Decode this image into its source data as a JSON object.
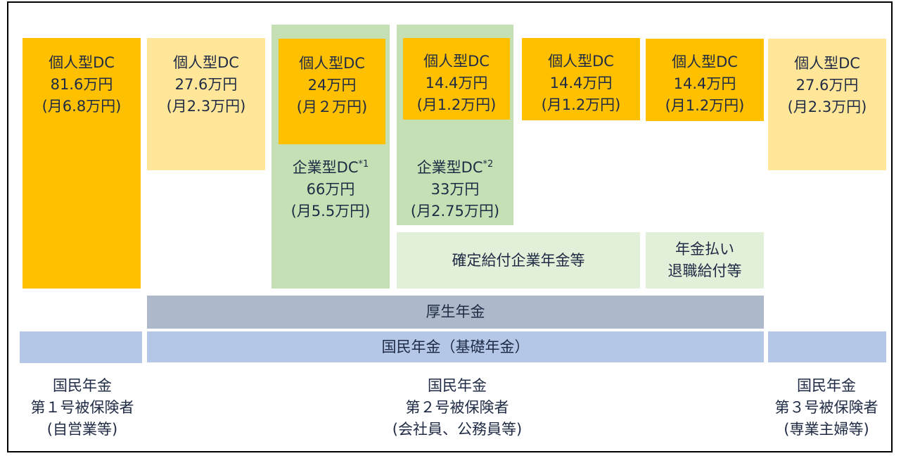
{
  "diagram": {
    "title": "",
    "columns": [
      {
        "id": "col1",
        "ideco": {
          "name": "個人型DC",
          "annual": "81.6万円",
          "monthly": "(月6.8万円)",
          "color": "#ffc000"
        },
        "footer": {
          "line1": "国民年金",
          "line2": "第１号被保険者",
          "line3": "(自営業等)"
        }
      },
      {
        "id": "col2",
        "ideco": {
          "name": "個人型DC",
          "annual": "27.6万円",
          "monthly": "(月2.3万円)",
          "color": "#ffe699"
        }
      },
      {
        "id": "col3",
        "ideco": {
          "name": "個人型DC",
          "annual": "24万円",
          "monthly": "(月２万円)",
          "color": "#ffc000"
        },
        "corporate_dc": {
          "name": "企業型DC",
          "note": "*1",
          "annual": "66万円",
          "monthly": "(月5.5万円)",
          "color": "#c5e0b4"
        }
      },
      {
        "id": "col4",
        "ideco": {
          "name": "個人型DC",
          "annual": "14.4万円",
          "monthly": "(月1.2万円)",
          "color": "#ffc000"
        },
        "corporate_dc": {
          "name": "企業型DC",
          "note": "*2",
          "annual": "33万円",
          "monthly": "(月2.75万円)",
          "color": "#c5e0b4"
        }
      },
      {
        "id": "col5",
        "ideco": {
          "name": "個人型DC",
          "annual": "14.4万円",
          "monthly": "(月1.2万円)",
          "color": "#ffc000"
        }
      },
      {
        "id": "col6",
        "ideco": {
          "name": "個人型DC",
          "annual": "14.4万円",
          "monthly": "(月1.2万円)",
          "color": "#ffc000"
        }
      },
      {
        "id": "col7",
        "ideco": {
          "name": "個人型DC",
          "annual": "27.6万円",
          "monthly": "(月2.3万円)",
          "color": "#ffe699"
        },
        "footer": {
          "line1": "国民年金",
          "line2": "第３号被保険者",
          "line3": "(専業主婦等)"
        }
      }
    ],
    "defined_benefit": {
      "label": "確定給付企業年金等",
      "color": "#e2efd9"
    },
    "pension_payout": {
      "line1": "年金払い",
      "line2": "退職給付等",
      "color": "#e2efd9"
    },
    "kosei_nenkin": {
      "label": "厚生年金",
      "color": "#adb9ca"
    },
    "kokumin_nenkin": {
      "label": "国民年金（基礎年金）",
      "color": "#b4c7e7"
    },
    "footer_middle": {
      "line1": "国民年金",
      "line2": "第２号被保険者",
      "line3": "(会社員、公務員等)"
    }
  }
}
